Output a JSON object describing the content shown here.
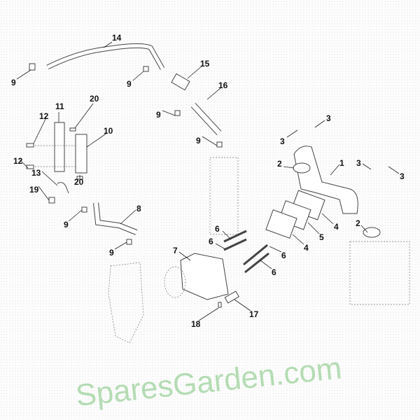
{
  "diagram": {
    "callouts": [
      "14",
      "9",
      "9",
      "15",
      "16",
      "9",
      "9",
      "20",
      "11",
      "12",
      "10",
      "12",
      "13",
      "20",
      "19",
      "3",
      "3",
      "3",
      "3",
      "2",
      "1",
      "8",
      "9",
      "9",
      "4",
      "5",
      "4",
      "6",
      "6",
      "6",
      "6",
      "7",
      "2",
      "17",
      "18"
    ],
    "watermark": "SparesGarden.com"
  }
}
